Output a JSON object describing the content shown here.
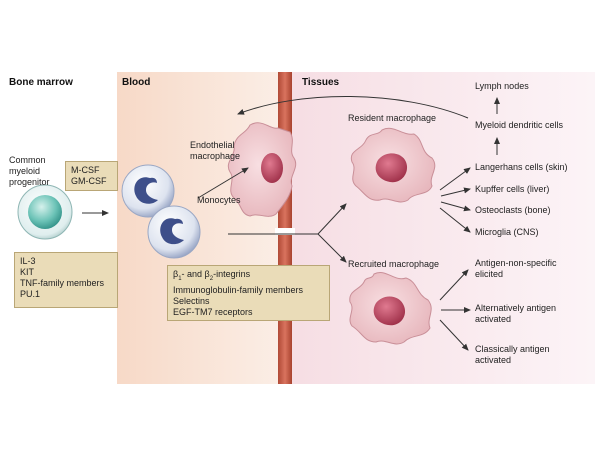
{
  "sections": {
    "bone_marrow": "Bone marrow",
    "blood": "Blood",
    "tissues": "Tissues"
  },
  "labels": {
    "progenitor": [
      "Common",
      "myeloid",
      "progenitor"
    ],
    "endothelial": [
      "Endothelial",
      "macrophage"
    ],
    "monocytes": "Monocytes",
    "resident": "Resident macrophage",
    "recruited": "Recruited macrophage",
    "lymph": "Lymph nodes",
    "myeloid_dc": "Myeloid dendritic cells",
    "langerhans": "Langerhans cells (skin)",
    "kupffer": "Kupffer cells (liver)",
    "osteoclasts": "Osteoclasts (bone)",
    "microglia": "Microglia (CNS)",
    "antigen_nonspecific": [
      "Antigen-non-specific",
      "elicited"
    ],
    "alternatively": [
      "Alternatively antigen",
      "activated"
    ],
    "classically": [
      "Classically antigen",
      "activated"
    ]
  },
  "boxes": {
    "csf": [
      "M-CSF",
      "GM-CSF"
    ],
    "factors": [
      "IL-3",
      "KIT",
      "TNF-family members",
      "PU.1"
    ],
    "adhesion": {
      "integrins_b1": "β",
      "integrins_s1": "1",
      "integrins_mid": "- and β",
      "integrins_s2": "2",
      "integrins_end": "-integrins",
      "lines": [
        "Immunoglobulin-family members",
        "Selectins",
        "EGF-TM7 receptors"
      ]
    }
  },
  "colors": {
    "vessel": "#c9604a",
    "cell_membrane": "#e9b9bd",
    "nucleus": "#b23c55",
    "monocyte_nucleus": "#3e4f8a",
    "progenitor_nucleus": "#5bb7ad",
    "box_fill": "#eadcb8"
  }
}
